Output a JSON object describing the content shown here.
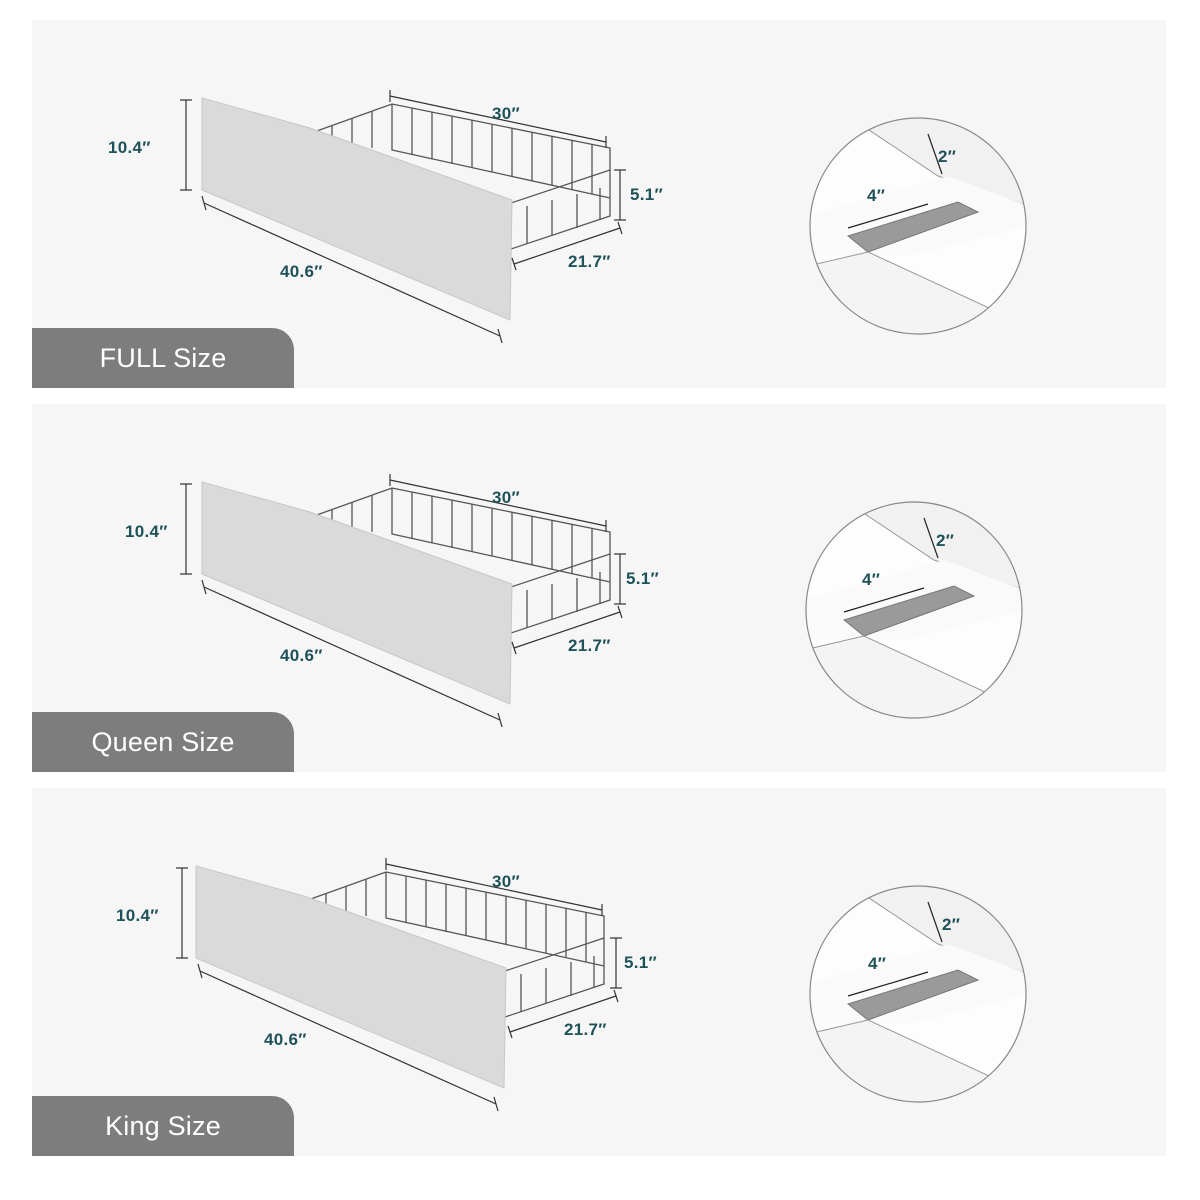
{
  "panels": [
    {
      "id": "full",
      "size_label": "FULL Size",
      "dims": {
        "height": "10.4″",
        "length": "40.6″",
        "width": "30″",
        "depth": "21.7″",
        "basket_height": "5.1″"
      },
      "detail": {
        "slat_gap": "2″",
        "rail_width": "4″"
      }
    },
    {
      "id": "queen",
      "size_label": "Queen Size",
      "dims": {
        "height": "10.4″",
        "length": "40.6″",
        "width": "30″",
        "depth": "21.7″",
        "basket_height": "5.1″"
      },
      "detail": {
        "slat_gap": "2″",
        "rail_width": "4″"
      }
    },
    {
      "id": "king",
      "size_label": "King Size",
      "dims": {
        "height": "10.4″",
        "length": "40.6″",
        "width": "30″",
        "depth": "21.7″",
        "basket_height": "5.1″"
      },
      "detail": {
        "slat_gap": "2″",
        "rail_width": "4″"
      }
    }
  ],
  "colors": {
    "panel_bg": "#f6f6f6",
    "tab_bg": "#7d7d7d",
    "dimension_text": "#1f5159",
    "fabric": "#d9d9d9",
    "wire": "#555555"
  }
}
